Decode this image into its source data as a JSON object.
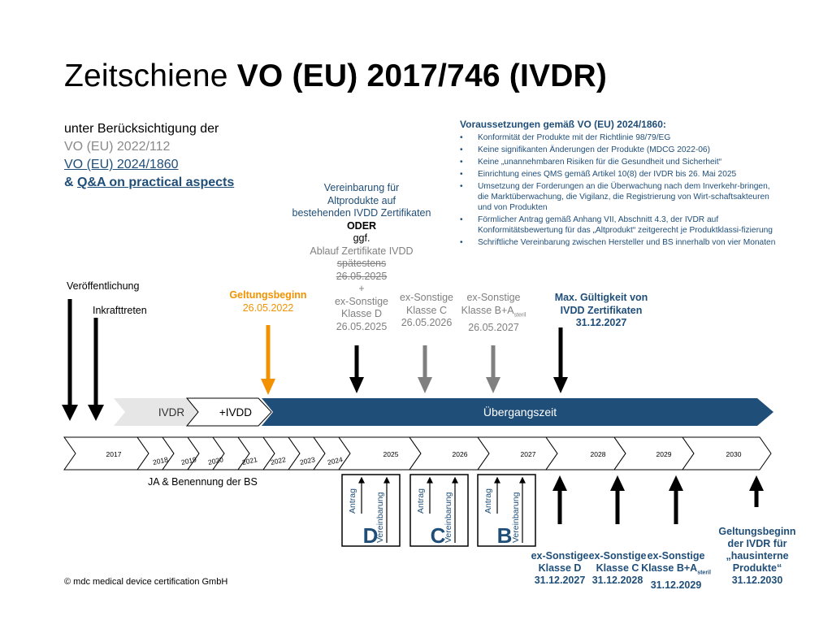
{
  "title": {
    "prefix": "Zeitschiene ",
    "bold": "VO (EU) 2017/746 (IVDR)"
  },
  "consider": {
    "line1": "unter Berücksichtigung der",
    "line2": "VO (EU) 2022/112",
    "line3": "VO (EU) 2024/1860",
    "amp": "& ",
    "line4": "Q&A on practical aspects"
  },
  "requirements": {
    "heading": "Voraussetzungen gemäß VO (EU) 2024/1860:",
    "items": [
      "Konformität der Produkte mit der Richtlinie 98/79/EG",
      "Keine signifikanten Änderungen der Produkte (MDCG 2022-06)",
      "Keine „unannehmbaren Risiken für die Gesundheit und Sicherheit“",
      "Einrichtung eines QMS gemäß Artikel 10(8) der IVDR bis 26. Mai 2025",
      "Umsetzung der Forderungen an die Überwachung nach dem Inverkehr-bringen, die Marktüberwachung, die Vigilanz, die Registrierung von Wirt-schaftsakteuren und von Produkten",
      "Förmlicher Antrag gemäß Anhang VII, Abschnitt 4.3, der IVDR auf Konformitätsbewertung für das „Altprodukt“ zeitgerecht je Produktklassi-fizierung",
      "Schriftliche Vereinbarung zwischen Hersteller und BS innerhalb von vier Monaten"
    ]
  },
  "events": {
    "publication": "Veröffentlichung",
    "entry": "Inkrafttreten",
    "application_start": "Geltungsbeginn",
    "application_date": "26.05.2022",
    "agreement_l1": "Vereinbarung für",
    "agreement_l2": "Altprodukte auf",
    "agreement_l3": "bestehenden IVDD Zertifikaten",
    "oder": "ODER",
    "ggf": "ggf.",
    "expiry": "Ablauf Zertifikate IVDD",
    "latest": "spätestens",
    "latest_date": "26.05.2025",
    "plus": "+",
    "exd_l1": "ex-Sonstige",
    "exd_l2": "Klasse D",
    "exd_date": "26.05.2025",
    "exc_l1": "ex-Sonstige",
    "exc_l2": "Klasse C",
    "exc_date": "26.05.2026",
    "exb_l1": "ex-Sonstige",
    "exb_l2": "Klasse B+A",
    "exb_sub": "steril",
    "exb_date": "26.05.2027",
    "max_l1": "Max. Gültigkeit von",
    "max_l2": "IVDD Zertifikaten",
    "max_date": "31.12.2027"
  },
  "bar": {
    "ivdr": "IVDR",
    "ivdd": "+IVDD",
    "transition": "Übergangszeit"
  },
  "years": [
    "2017",
    "2018",
    "2019",
    "2020",
    "2021",
    "2022",
    "2023",
    "2024",
    "2025",
    "2026",
    "2027",
    "2028",
    "2029",
    "2030"
  ],
  "ja_label": "JA & Benennung der BS",
  "boxes": [
    {
      "letter": "D",
      "antrag": "Antrag",
      "vereinbarung": "Vereinbarung"
    },
    {
      "letter": "C",
      "antrag": "Antrag",
      "vereinbarung": "Vereinbarung"
    },
    {
      "letter": "B",
      "antrag": "Antrag",
      "vereinbarung": "Vereinbarung"
    }
  ],
  "bottom": {
    "d_l1": "ex-Sonstige",
    "d_l2": "Klasse D",
    "d_date": "31.12.2027",
    "c_l1": "ex-Sonstige",
    "c_l2": "Klasse C",
    "c_date": "31.12.2028",
    "b_l1": "ex-Sonstige",
    "b_l2": "Klasse B+A",
    "b_sub": "steril",
    "b_date": "31.12.2029",
    "h_l1": "Geltungsbeginn",
    "h_l2": "der IVDR für",
    "h_l3": "„hausinterne",
    "h_l4": "Produkte“",
    "h_date": "31.12.2030"
  },
  "copyright": "© mdc medical device certification GmbH",
  "colors": {
    "navy": "#1f4e79",
    "orange": "#f39200",
    "grey": "#808080",
    "light": "#e6e6e6"
  }
}
